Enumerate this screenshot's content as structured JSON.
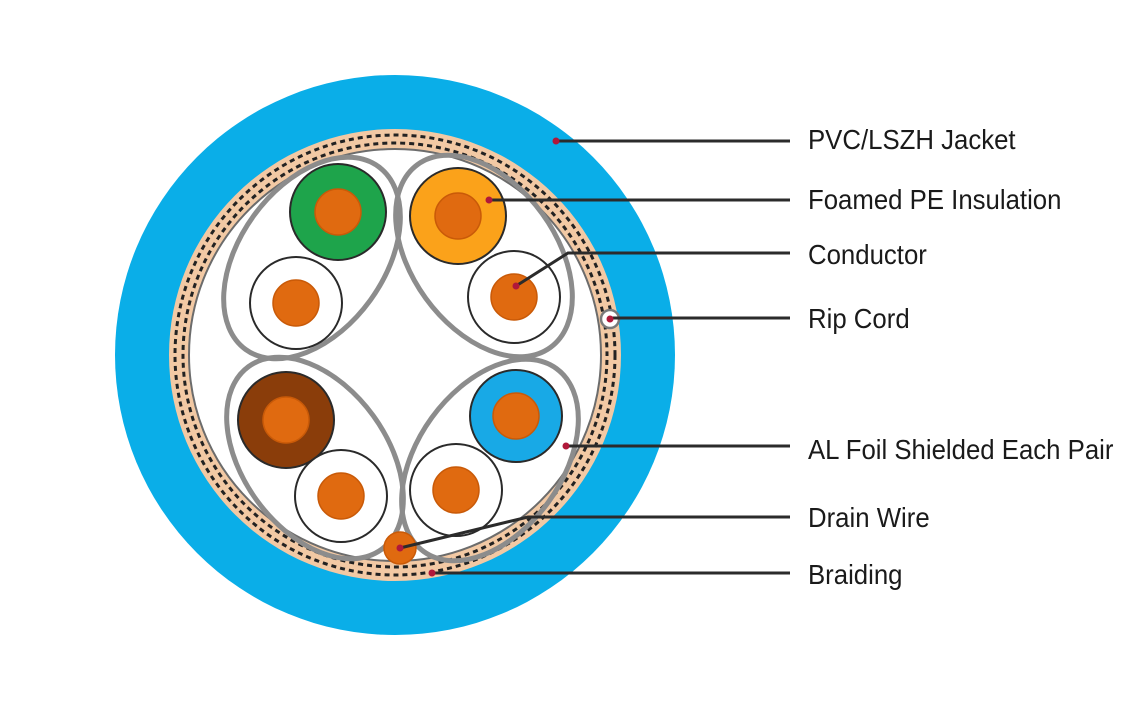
{
  "labels": {
    "jacket": "PVC/LSZH Jacket",
    "insulation": "Foamed PE Insulation",
    "conductor": "Conductor",
    "rip_cord": "Rip Cord",
    "foil": "AL Foil Shielded Each Pair",
    "drain_wire": "Drain Wire",
    "braiding": "Braiding"
  },
  "colors": {
    "jacket": "#0aaee8",
    "braid": "#f2c9a4",
    "core_fill": "#ffffff",
    "conductor": "#e06a10",
    "conductor_stroke": "#c95a08",
    "pair_green": "#1ea44b",
    "pair_orange": "#fba21a",
    "pair_brown": "#8a3d0a",
    "pair_blue": "#18a9e6",
    "pair_white": "#ffffff",
    "foil": "#8c8c8c",
    "leader_line": "#2b2b2b",
    "leader_dot": "#b0183a"
  }
}
